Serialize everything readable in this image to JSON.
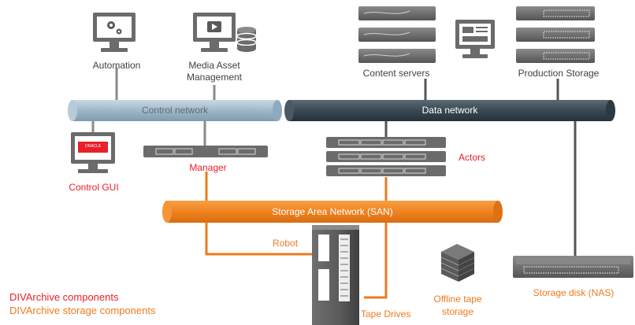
{
  "nodes": {
    "automation": "Automation",
    "mam_line1": "Media Asset",
    "mam_line2": "Management",
    "content_servers": "Content servers",
    "production_storage": "Production Storage",
    "control_gui": "Control GUI",
    "manager": "Manager",
    "actors": "Actors",
    "robot": "Robot",
    "tape_drives": "Tape Drives",
    "offline_line1": "Offline tape",
    "offline_line2": "storage",
    "nas": "Storage disk (NAS)",
    "oracle_logo": "ORACLE"
  },
  "networks": {
    "control": "Control network",
    "data": "Data network",
    "san": "Storage Area Network (SAN)"
  },
  "legend": {
    "components": "DIVArchive components",
    "storage_components": "DIVArchive storage components"
  },
  "colors": {
    "red": "#e8202a",
    "orange": "#ee7a1e",
    "control_bar": "#a9c0d0",
    "data_bar": "#3b4a55",
    "device": "#6b6b6b"
  },
  "icons": [
    "gear-icon",
    "play-icon",
    "database-icon"
  ]
}
